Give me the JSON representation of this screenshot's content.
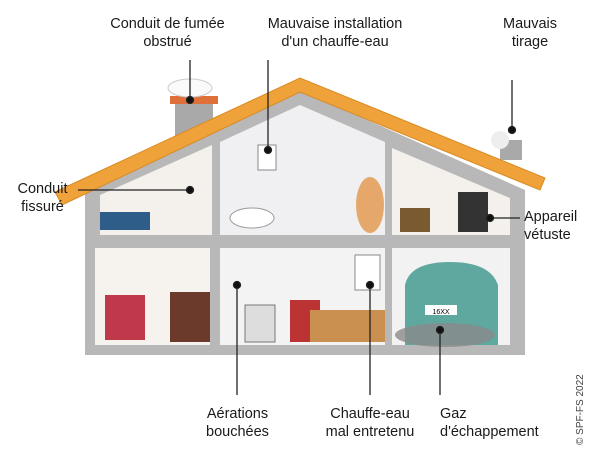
{
  "labels": {
    "chimney_blocked": [
      "Conduit de fumée",
      "obstrué"
    ],
    "bad_install": [
      "Mauvaise installation",
      "d'un chauffe-eau"
    ],
    "bad_draft": [
      "Mauvais",
      "tirage"
    ],
    "cracked_duct": [
      "Conduit",
      "fissuré"
    ],
    "old_appliance": [
      "Appareil",
      "vétuste"
    ],
    "blocked_vents": [
      "Aérations",
      "bouchées"
    ],
    "water_heater": [
      "Chauffe-eau",
      "mal entretenu"
    ],
    "exhaust": [
      "Gaz",
      "d'échappement"
    ]
  },
  "plate": "16XX",
  "copyright": "© SPF-FS 2022",
  "colors": {
    "roof": "#f0a23a",
    "wall": "#b5b5b5",
    "room": "#f4f1ec",
    "line": "#222222",
    "marker": "#111111"
  }
}
